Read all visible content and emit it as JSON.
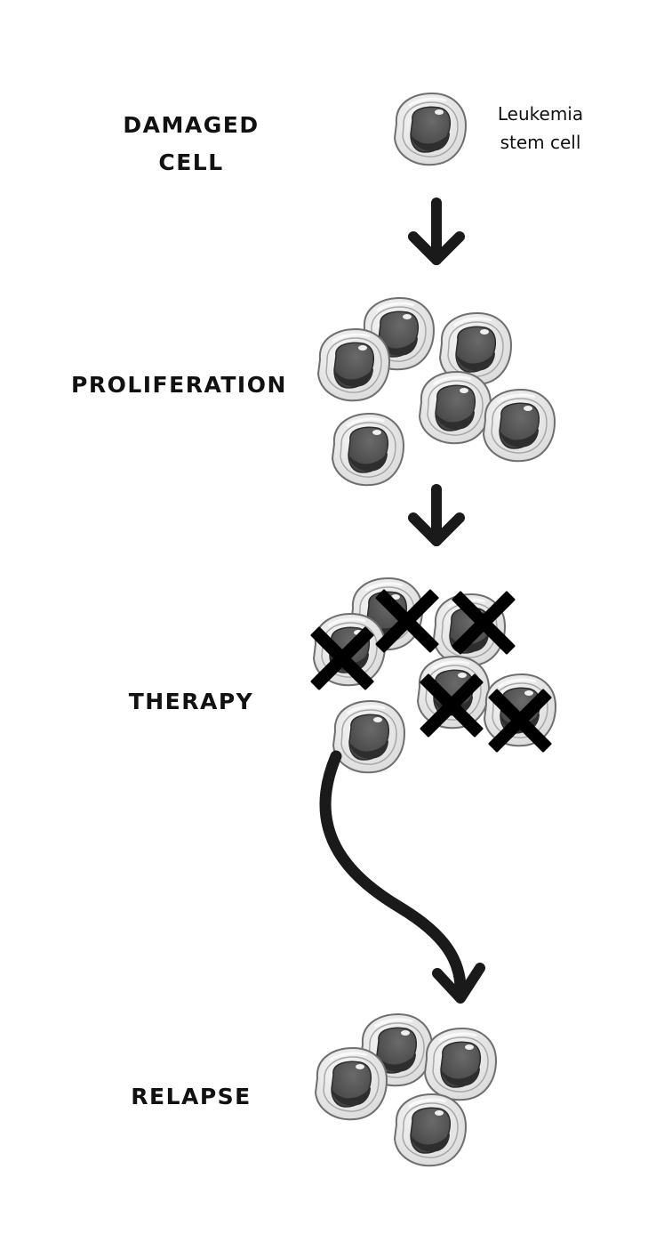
{
  "stages": {
    "damaged": {
      "line1": "DAMAGED",
      "line2": "CELL"
    },
    "proliferation": {
      "label": "PROLIFERATION"
    },
    "therapy": {
      "label": "THERAPY"
    },
    "relapse": {
      "label": "RELAPSE"
    }
  },
  "stem_cell_label": {
    "line1": "Leukemia",
    "line2": "stem cell"
  },
  "colors": {
    "cell_outer": "#e6e6e6",
    "cell_edge": "#7a7a7a",
    "nucleus": "#555555",
    "nucleus_dark": "#333333",
    "arrow": "#1a1a1a",
    "cross": "#000000"
  }
}
